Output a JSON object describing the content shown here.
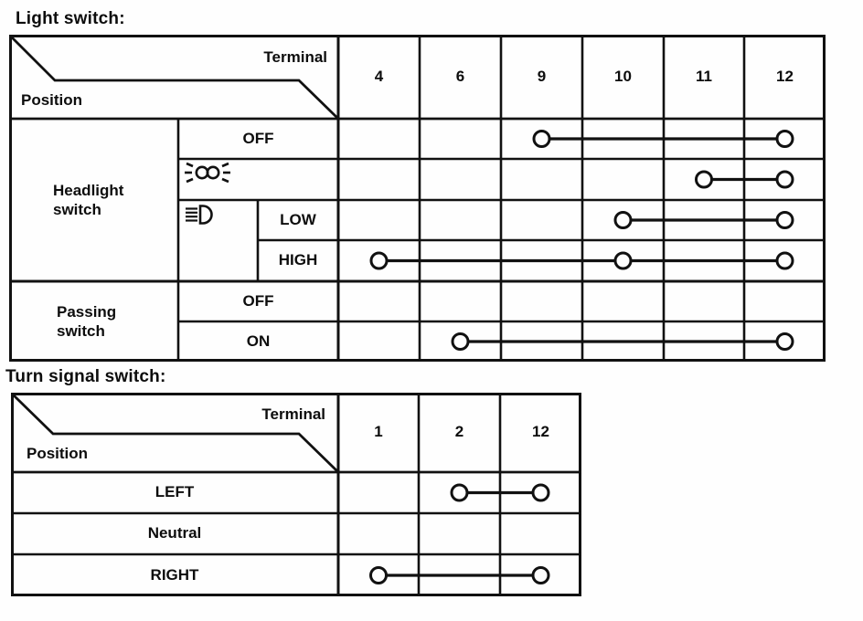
{
  "titles": {
    "light_switch": "Light switch:",
    "turn_signal": "Turn signal switch:"
  },
  "light_switch_table": {
    "header": {
      "terminal_label": "Terminal",
      "position_label": "Position"
    },
    "terminals": [
      "4",
      "6",
      "9",
      "10",
      "11",
      "12"
    ],
    "row_groups": [
      {
        "label": "Headlight switch"
      },
      {
        "label": "Passing switch"
      }
    ],
    "positions": {
      "headlight_off": "OFF",
      "parking_icon": "parking-lights-icon",
      "headlight_beam_icon": "headlight-icon",
      "low": "LOW",
      "high": "HIGH",
      "passing_off": "OFF",
      "passing_on": "ON"
    },
    "connections": [
      {
        "row": "headlight-off",
        "terminals": [
          "9",
          "12"
        ]
      },
      {
        "row": "parking-lights",
        "terminals": [
          "11",
          "12"
        ]
      },
      {
        "row": "low-beam",
        "terminals": [
          "10",
          "12"
        ]
      },
      {
        "row": "high-beam",
        "terminals": [
          "4",
          "10",
          "12"
        ]
      },
      {
        "row": "passing-off",
        "terminals": []
      },
      {
        "row": "passing-on",
        "terminals": [
          "6",
          "12"
        ]
      }
    ]
  },
  "turn_signal_table": {
    "header": {
      "terminal_label": "Terminal",
      "position_label": "Position"
    },
    "terminals": [
      "1",
      "2",
      "12"
    ],
    "positions": [
      "LEFT",
      "Neutral",
      "RIGHT"
    ],
    "connections": [
      {
        "row": "left",
        "terminals": [
          "2",
          "12"
        ]
      },
      {
        "row": "neutral",
        "terminals": []
      },
      {
        "row": "right",
        "terminals": [
          "1",
          "12"
        ]
      }
    ]
  },
  "colors": {
    "ink": "#111111",
    "paper": "#fefefe"
  }
}
